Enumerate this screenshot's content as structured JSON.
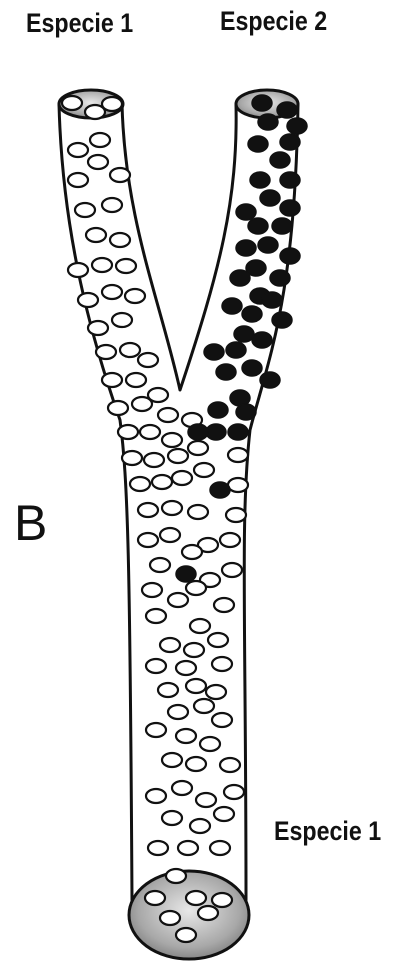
{
  "labels": {
    "top_left": "Especie 1",
    "top_right": "Especie 2",
    "bottom": "Especie 1",
    "panel": "B"
  },
  "colors": {
    "outline": "#111111",
    "species_1_fill": "#ffffff",
    "species_2_fill": "#111111",
    "tube_fill": "#ffffff",
    "end_cap_shade": "#9a9a9a"
  }
}
